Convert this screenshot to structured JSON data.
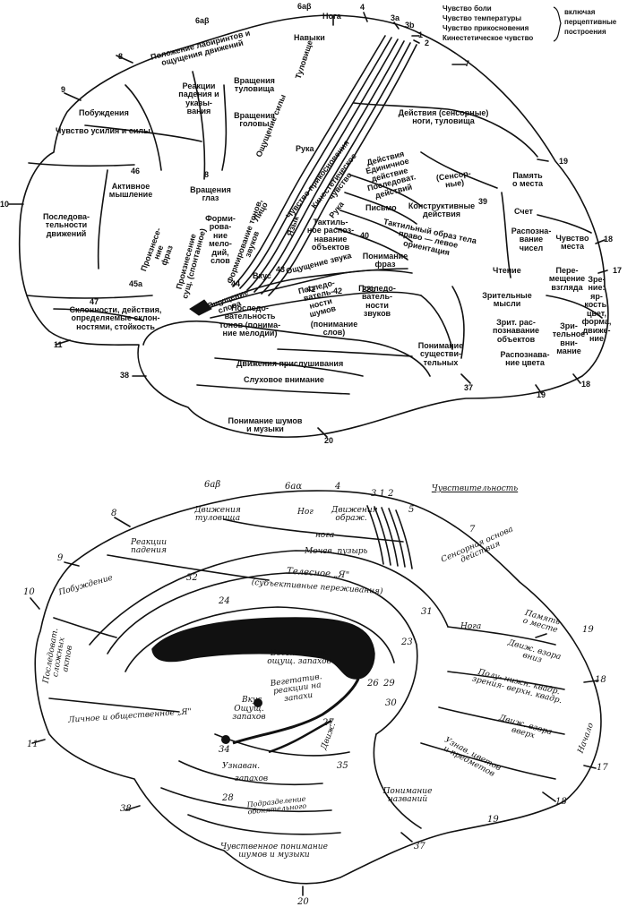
{
  "top_diagram": {
    "legend": {
      "items": [
        "Чувство боли",
        "Чувство температуры",
        "Чувство прикосновения",
        "Кинестетическое чувство"
      ],
      "bracket_note": "включая\nперцептивные\nпостроения"
    },
    "numbers": {
      "n6ab1": "6aβ",
      "n6ab2": "6aβ",
      "n4": "4",
      "n3a": "3a",
      "n3b": "3b",
      "n1": "1",
      "n2": "2",
      "n7": "7",
      "n8": "8",
      "n9": "9",
      "n10": "10",
      "n11": "11",
      "n19a": "19",
      "n18a": "18",
      "n17": "17",
      "n18b": "18",
      "n19b": "19",
      "n37": "37",
      "n20": "20",
      "n38": "38",
      "n46": "46",
      "n45a": "45a",
      "n44": "44",
      "n43": "43",
      "n40": "40",
      "n39": "39",
      "n41": "41",
      "n42": "42",
      "n22b": "22b",
      "n47": "47",
      "n8b": "8"
    },
    "labels": {
      "noga": "Нога",
      "navyki": "Навыки",
      "polozhenie": "Положение лабиринтов и\nощущения движений",
      "reakcii": "Реакции\nпадения и\nуказы-\nвания",
      "vrasch_tul": "Вращения\nтуловища",
      "vrasch_gol": "Вращения\nголовы",
      "pobuzhdenia": "Побуждения",
      "usilie": "Чувство усилия и силы",
      "aktivnoe": "Активное\nмышление",
      "posledov": "Последова-\nтельности\nдвижений",
      "vrasch_glaz": "Вращения\nглаз",
      "ruka1": "Рука",
      "oshch_sily": "Ощущение силы",
      "tulovishe": "Туловище",
      "deystviya_sens": "Действия (сенсорные)\nноги, туловища",
      "pamyat_mesta": "Память\nо места",
      "schet": "Счет",
      "raspozn_chisel": "Распозна-\nвание\nчисел",
      "chuvstvo_mesta": "Чувство\nместа",
      "chtenie": "Чтение",
      "zritelnye": "Зрительные\nмысли",
      "peremesch": "Пере-\nмещение\nвзгляда",
      "zrit_vnim": "Зри-\nтельное\nвни-\nмание",
      "zrenie": "Зре-\nние:\nяр-\nкость,\nцвет,\nформа,\nдвиже-\nние",
      "zrit_raspozn": "Зрит. рас-\nпознавание\nобъектов",
      "raspozn_cveta": "Распознава-\nние цвета",
      "ponimanie_sush": "Понимание\nсуществи-\nтельных",
      "dvizh_prisl": "Движения прислушивания",
      "sluhovoe": "Слуховое внимание",
      "ponim_shumov": "Понимание шумов\nи музыки",
      "sklonnosti": "Склонности, действия,\nопределяемые склон-\nностями, стойкость",
      "proiznesenie_fraz": "Произнесе-\nние\nфраз",
      "proiznesenie_sush": "Произнесение\nсущ. (спонтанное)",
      "formirovanie_melodii": "Форми-\nрова-\nние\nмело-\nдий,\nслов",
      "formir_tonov": "Формирование тонов,\nзвуков",
      "vkus": "Вкус",
      "lico": "Лицо",
      "chuvstvo_prikos": "Чувство прикосновения",
      "kinest": "Кинестетическое\nчувство",
      "ruka2": "Рука",
      "deystviya_r": "Действия\nЕдиничное\nдействие\nПоследоват.\nдействий",
      "sensornye": "(Сенсор-\nные)",
      "konstruktivnye": "Конструктивные\nдействия",
      "pismo": "Письмо",
      "taktilny": "Тактильный образ тела\nправо — левое\nориентация",
      "taktilnoe_raspozn": "Тактиль-\nное распоз-\nнавание\nобъектов",
      "ponimanie_fraz": "Понимание\nфраз",
      "oshch_zvuka": "Ощущение звука",
      "poslednost_zvukov": "Последо-\nватель-\nности\nзвуков",
      "ponim_slov": "(понимание\nслов)",
      "poslednost_tonov": "Последо-\nвательность\nтонов (понима-\nние мелодии)",
      "yazyk": "Язык",
      "ponimanie_fraz2": "Последо-\nватель-\nности\nшумов",
      "ochushenie_slova": "Ощущение\nслова"
    }
  },
  "bottom_diagram": {
    "numbers": {
      "b6ab": "6aβ",
      "b6a": "6aα",
      "b4": "4",
      "b31": "3 1 2",
      "b5": "5",
      "b7": "7",
      "b8": "8",
      "b9": "9",
      "b10": "10",
      "b11": "11",
      "b32": "32",
      "b24": "24",
      "b31b": "31",
      "b23": "23",
      "b26": "26",
      "b29": "29",
      "b30": "30",
      "b27": "27",
      "b34": "34",
      "b35": "35",
      "b28": "28",
      "b19a": "19",
      "b18a": "18",
      "b17": "17",
      "b18b": "18",
      "b19b": "19",
      "b37": "37",
      "b20": "20",
      "b38": "38"
    },
    "labels": {
      "chuvstvitelnost": "Чувствительность",
      "dvizh_tul": "Движения\nтуловища",
      "reakcii": "Реакции\nпадения",
      "nog": "Ног",
      "dvizh_obrazh": "Движения\nображ.",
      "noga": "нога",
      "mochev": "Мочев. пузырь",
      "sens_osnova": "Сенсорная основа\nдействия",
      "pobuzhdenie": "Побуждение",
      "telesnoe": "Телесное „Я\"",
      "subektivnye": "(субъективные переживания)",
      "noga2": "Нога",
      "pamyat_mesta": "Память\nо месте",
      "dvizh_vzora_vniz": "Движ. взора\nвниз",
      "poloviny": "Полу- нижн. квадр.\nзрения- верхн. квадр.",
      "dvizh_vzora_vverh": "Движ. взора\nвверх",
      "uznav_cvetov": "Узнав. цветов\nи предметов",
      "nachalo": "Начало",
      "ponim_nazvaniy": "Понимание\nназваний",
      "chuvstv_ponim": "Чувственное понимание\nшумов и музыки",
      "posledov_dvizh": "Последоват.\nсложных\nактов",
      "lichnoe": "Личное и общественное „Я\"",
      "vegetativnye_oshush": "Вегетативн.\nощущ. запахов",
      "vegetativnye_reakcii": "Вегетатив.\nреакции на\nзапахи",
      "vkus": "Вкус",
      "oshch_zapahov": "Ощущ.\nзапахов",
      "uznavan": "Узнаван.",
      "zapahov": "запахов",
      "podrazd": "Подразделение обонятельного",
      "dvizh": "Движ."
    }
  }
}
